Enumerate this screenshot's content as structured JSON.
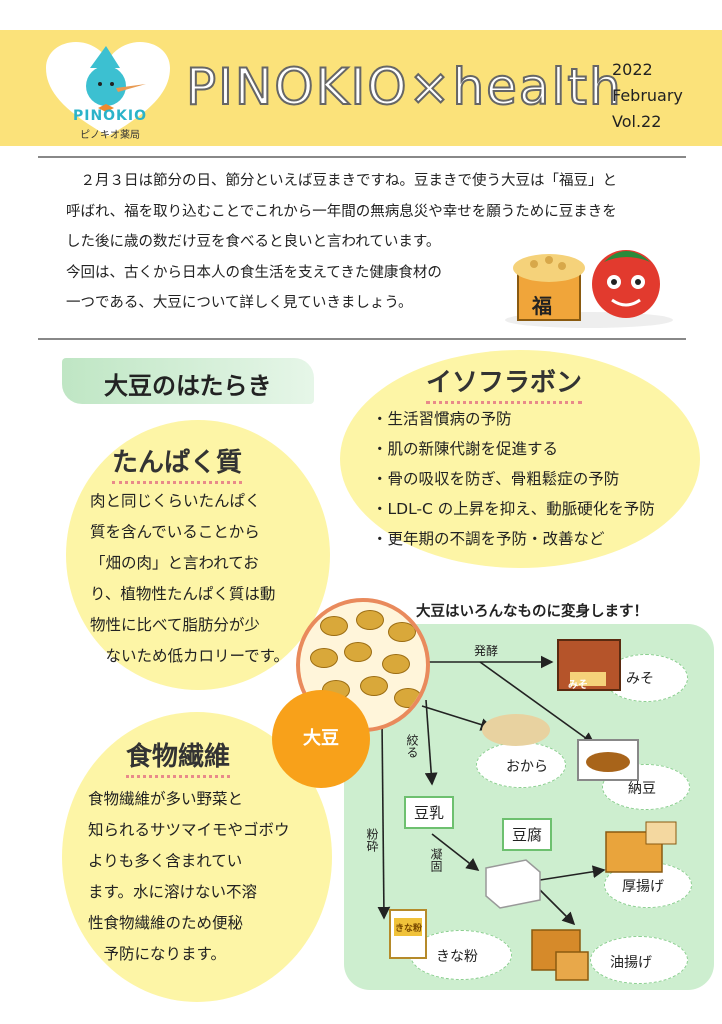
{
  "header": {
    "logo_text": "PINOKIO",
    "logo_subtext": "ピノキオ薬局",
    "title": "PINOKIO×health",
    "year": "2022",
    "month": "February",
    "volume": "Vol.22"
  },
  "intro": {
    "lines": [
      "　２月３日は節分の日、節分といえば豆まきですね。豆まきで使う大豆は「福豆」と",
      "呼ばれ、福を取り込むことでこれから一年間の無病息災や幸せを願うために豆まきを",
      "した後に歳の数だけ豆を食べると良いと言われています。",
      "今回は、古くから日本人の食生活を支えてきた健康食材の",
      "一つである、大豆について詳しく見ていきましょう。"
    ],
    "fuku_label": "福"
  },
  "section_heading": "大豆のはたらき",
  "protein": {
    "heading": "たんぱく質",
    "lines": [
      "肉と同じくらいたんぱく",
      "質を含んでいることから",
      "「畑の肉」と言われてお",
      "り、植物性たんぱく質は動",
      "物性に比べて脂肪分が少",
      "　ないため低カロリーです。"
    ]
  },
  "fiber": {
    "heading": "食物繊維",
    "lines": [
      "食物繊維が多い野菜と",
      "知られるサツマイモやゴボウ",
      "よりも多く含まれてい",
      "ます。水に溶けない不溶",
      "性食物繊維のため便秘",
      "　予防になります。"
    ]
  },
  "isoflavone": {
    "heading": "イソフラボン",
    "items": [
      "生活習慣病の予防",
      "肌の新陳代謝を促進する",
      "骨の吸収を防ぎ、骨粗鬆症の予防",
      "LDL-C の上昇を抑え、動脈硬化を予防",
      "更年期の不調を予防・改善など"
    ]
  },
  "diagram": {
    "title": "大豆はいろんなものに変身します！",
    "source": "大豆",
    "processes": {
      "ferment": "発酵",
      "squeeze": "絞る",
      "grind": "粉砕",
      "coagulate": "凝固"
    },
    "products": {
      "miso": "みそ",
      "miso_pkg": "みそ",
      "okara": "おから",
      "natto": "納豆",
      "soymilk": "豆乳",
      "tofu": "豆腐",
      "atsuage": "厚揚げ",
      "kinako": "きな粉",
      "kinako_pkg": "きな粉",
      "aburaage": "油揚げ"
    }
  }
}
